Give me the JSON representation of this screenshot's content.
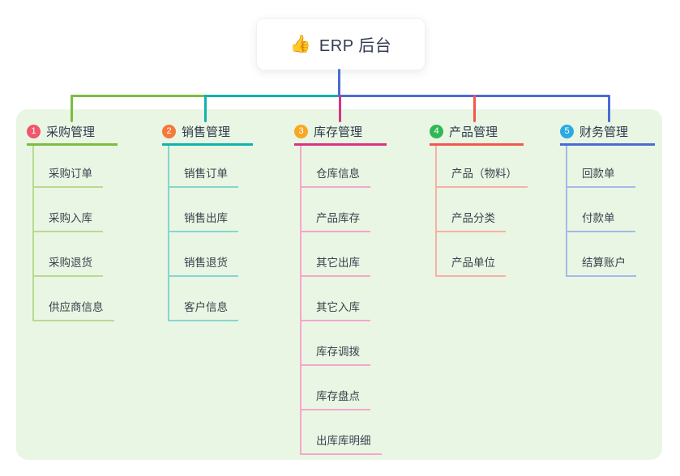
{
  "root": {
    "icon": "👍",
    "label": "ERP 后台"
  },
  "colors": {
    "panel_bg": "#E9F6E3",
    "root_connector": "#4A6BD6",
    "text_dark": "#333B4F"
  },
  "branches": [
    {
      "index": "1",
      "label": "采购管理",
      "badge_color": "#F1566C",
      "line_color": "#7EBB40",
      "child_line_color": "#B9DA90",
      "children": [
        "采购订单",
        "采购入库",
        "采购退货",
        "供应商信息"
      ]
    },
    {
      "index": "2",
      "label": "销售管理",
      "badge_color": "#F4793B",
      "line_color": "#10B3AB",
      "child_line_color": "#86D6D0",
      "children": [
        "销售订单",
        "销售出库",
        "销售退货",
        "客户信息"
      ]
    },
    {
      "index": "3",
      "label": "库存管理",
      "badge_color": "#F9A825",
      "line_color": "#D93384",
      "child_line_color": "#F4A7CD",
      "children": [
        "仓库信息",
        "产品库存",
        "其它出库",
        "其它入库",
        "库存调拨",
        "库存盘点",
        "出库库明细"
      ]
    },
    {
      "index": "4",
      "label": "产品管理",
      "badge_color": "#30B857",
      "line_color": "#F2574E",
      "child_line_color": "#F9AFA9",
      "children": [
        "产品（物料）",
        "产品分类",
        "产品单位"
      ]
    },
    {
      "index": "5",
      "label": "财务管理",
      "badge_color": "#2BAAE2",
      "line_color": "#4A6BD6",
      "child_line_color": "#A6B8EA",
      "children": [
        "回款单",
        "付款单",
        "结算账户"
      ]
    }
  ]
}
